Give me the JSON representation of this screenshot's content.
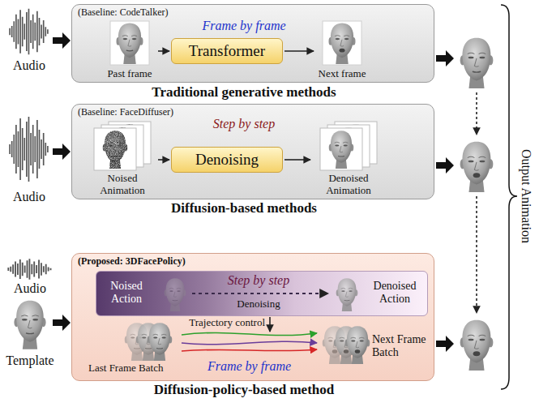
{
  "diagram": {
    "nodes": [
      {
        "text": [
          "(Baseline: CodeTalker)",
          "Frame by frame",
          "Traditional generative methods"
        ]
      },
      {
        "text": [
          "Past frame"
        ],
        "in": 0
      },
      {
        "text": [
          "Transformer"
        ],
        "in": 0
      },
      {
        "text": [
          "Next frame"
        ],
        "in": 0
      },
      {
        "text": [
          "(Baseline: FaceDiffuser)",
          "Step by step",
          "Diffusion-based methods"
        ]
      },
      {
        "text": [
          "Noised Animation"
        ],
        "in": 4
      },
      {
        "text": [
          "Denoising"
        ],
        "in": 4
      },
      {
        "text": [
          "Denoised Animation"
        ],
        "in": 4
      },
      {
        "text": [
          "(Proposed: 3DFacePolicy)",
          "Diffusion-policy-based method"
        ]
      },
      {
        "text": [
          "Noised Action",
          "Step by step",
          "Denoising",
          "Denoised Action"
        ],
        "in": 8
      },
      {
        "text": [
          "Last Frame Batch"
        ],
        "in": 8
      },
      {
        "text": [
          "Next Frame Batch"
        ],
        "in": 8
      }
    ],
    "edges": [
      {
        "from": 1,
        "to": 2,
        "arrow": "to"
      },
      {
        "from": 2,
        "to": 3,
        "arrow": "to"
      },
      {
        "from": 5,
        "to": 6,
        "arrow": "to"
      },
      {
        "from": 6,
        "to": 7,
        "arrow": "to"
      },
      {
        "from": 10,
        "to": 11,
        "label": "Frame by frame",
        "arrow": "to"
      }
    ],
    "labels": [
      "Audio",
      "Audio",
      "Audio",
      "Template",
      "Trajectory control",
      "Output Animation"
    ]
  }
}
